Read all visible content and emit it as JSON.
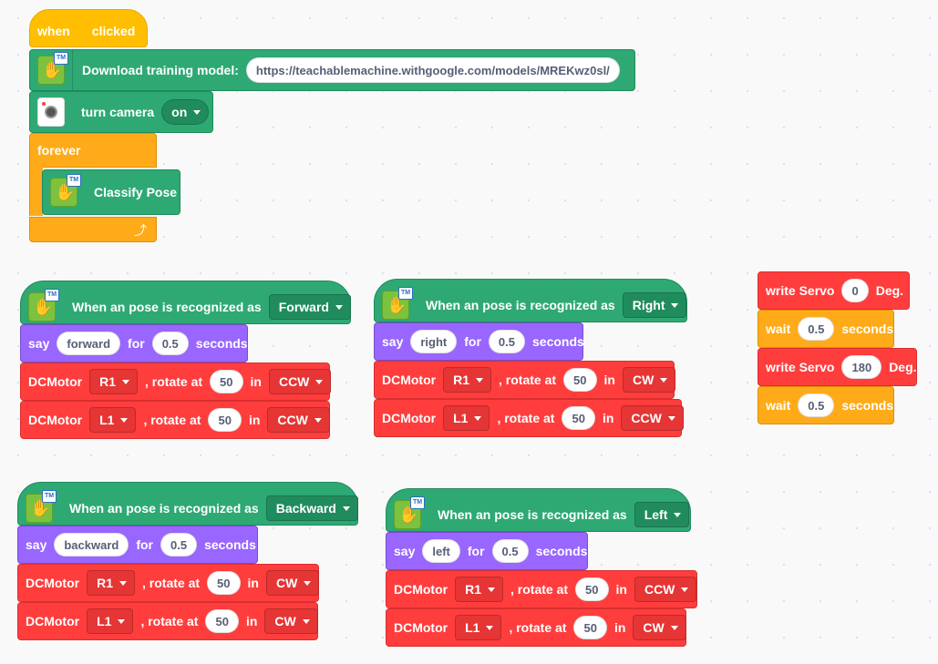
{
  "colors": {
    "event": "#ffbf00",
    "tm_green": "#2ea974",
    "looks": "#9966ff",
    "motor": "#ff3d3d",
    "control": "#ffab19"
  },
  "main_script": {
    "hat": {
      "when": "when",
      "clicked": "clicked",
      "flag_icon": "green-flag-icon"
    },
    "download": {
      "label": "Download training model:",
      "url": "https://teachablemachine.withgoogle.com/models/MREKwz0sl/"
    },
    "camera": {
      "label": "turn camera",
      "value": "on"
    },
    "forever": {
      "label": "forever"
    },
    "classify": {
      "label": "Classify Pose"
    }
  },
  "pose_scripts": [
    {
      "hat_label": "When an pose is recognized as",
      "class": "Forward",
      "say": "say",
      "say_text": "forward",
      "for": "for",
      "secs": "0.5",
      "seconds": "seconds",
      "motors": [
        {
          "label": "DCMotor",
          "port": "R1",
          "rotate": ", rotate at",
          "speed": "50",
          "in": "in",
          "dir": "CCW"
        },
        {
          "label": "DCMotor",
          "port": "L1",
          "rotate": ", rotate at",
          "speed": "50",
          "in": "in",
          "dir": "CCW"
        }
      ]
    },
    {
      "hat_label": "When an pose is recognized as",
      "class": "Right",
      "say": "say",
      "say_text": "right",
      "for": "for",
      "secs": "0.5",
      "seconds": "seconds",
      "motors": [
        {
          "label": "DCMotor",
          "port": "R1",
          "rotate": ", rotate at",
          "speed": "50",
          "in": "in",
          "dir": "CW"
        },
        {
          "label": "DCMotor",
          "port": "L1",
          "rotate": ", rotate at",
          "speed": "50",
          "in": "in",
          "dir": "CCW"
        }
      ]
    },
    {
      "hat_label": "When an pose is recognized as",
      "class": "Backward",
      "say": "say",
      "say_text": "backward",
      "for": "for",
      "secs": "0.5",
      "seconds": "seconds",
      "motors": [
        {
          "label": "DCMotor",
          "port": "R1",
          "rotate": ", rotate at",
          "speed": "50",
          "in": "in",
          "dir": "CW"
        },
        {
          "label": "DCMotor",
          "port": "L1",
          "rotate": ", rotate at",
          "speed": "50",
          "in": "in",
          "dir": "CW"
        }
      ]
    },
    {
      "hat_label": "When an pose is recognized as",
      "class": "Left",
      "say": "say",
      "say_text": "left",
      "for": "for",
      "secs": "0.5",
      "seconds": "seconds",
      "motors": [
        {
          "label": "DCMotor",
          "port": "R1",
          "rotate": ", rotate at",
          "speed": "50",
          "in": "in",
          "dir": "CCW"
        },
        {
          "label": "DCMotor",
          "port": "L1",
          "rotate": ", rotate at",
          "speed": "50",
          "in": "in",
          "dir": "CW"
        }
      ]
    }
  ],
  "servo_script": [
    {
      "type": "servo",
      "label": "write Servo",
      "value": "0",
      "unit": "Deg."
    },
    {
      "type": "wait",
      "label": "wait",
      "value": "0.5",
      "unit": "seconds"
    },
    {
      "type": "servo",
      "label": "write Servo",
      "value": "180",
      "unit": "Deg."
    },
    {
      "type": "wait",
      "label": "wait",
      "value": "0.5",
      "unit": "seconds"
    }
  ]
}
